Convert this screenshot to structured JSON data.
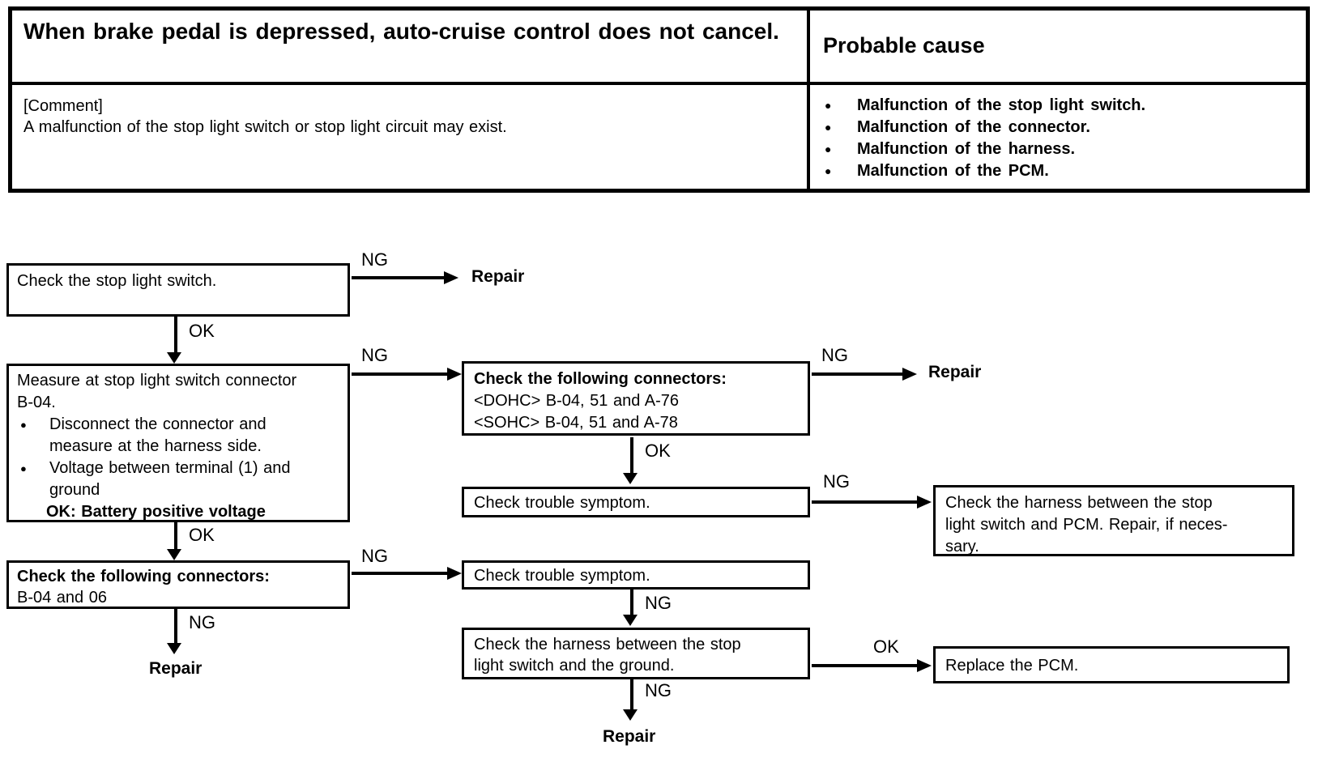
{
  "glyphs": {
    "bullet": "●"
  },
  "table": {
    "symptom": "When brake pedal is depressed, auto-cruise control does not cancel.",
    "probable_cause_header": "Probable cause",
    "comment_label": "[Comment]",
    "comment_text": "A malfunction of the stop light switch or stop light circuit may exist.",
    "causes": [
      "Malfunction of the stop light switch.",
      "Malfunction of the connector.",
      "Malfunction of the harness.",
      "Malfunction of the PCM."
    ]
  },
  "flow": {
    "labels": {
      "ng": "NG",
      "ok": "OK",
      "repair": "Repair"
    },
    "check_stop_light_switch": {
      "text": "Check the stop light switch."
    },
    "measure_connector": {
      "intro_lines": [
        "Measure at stop light switch connector",
        "B-04."
      ],
      "bullet1_lines": [
        "Disconnect the connector and",
        "measure at the harness side."
      ],
      "bullet2_lines": [
        "Voltage between terminal (1) and",
        "ground"
      ],
      "ok_label": "OK:",
      "ok_value": "Battery positive voltage"
    },
    "check_connectors_multi": {
      "title": "Check the following connectors:",
      "dohc": "<DOHC> B-04, 51 and A-76",
      "sohc": "<SOHC> B-04, 51 and A-78"
    },
    "check_trouble_symptom_1": {
      "text": "Check trouble symptom."
    },
    "harness_pcm": {
      "lines": [
        "Check the harness between the stop",
        "light switch and PCM. Repair, if neces-",
        "sary."
      ]
    },
    "check_connectors_b04": {
      "title": "Check the following connectors:",
      "line": "B-04 and 06"
    },
    "check_trouble_symptom_2": {
      "text": "Check trouble symptom."
    },
    "harness_ground": {
      "lines": [
        "Check the harness between the stop",
        "light switch and the ground."
      ]
    },
    "replace_pcm": {
      "text": "Replace the PCM."
    }
  },
  "colors": {
    "ink": "#000000",
    "paper": "#ffffff"
  }
}
